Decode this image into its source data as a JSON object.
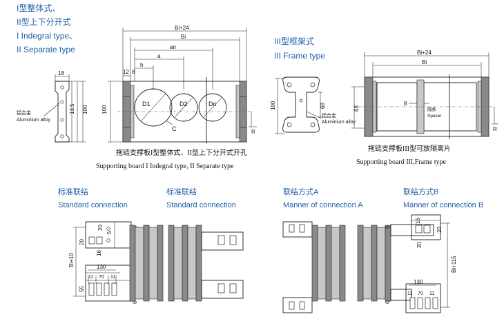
{
  "titles": {
    "t1_cn": "I型整体式、",
    "t2_cn": "II型上下分开式",
    "t1_en": "I Indegral type、",
    "t2_en": "II Separate type",
    "t3_cn": "III型框架式",
    "t3_en": "III Frame type"
  },
  "fig1": {
    "dim_18": "18",
    "dim_135": "13.5",
    "dim_100": "100",
    "alu_cn": "铝合金",
    "alu_en": "Aluminium alloy",
    "bi24": "Bi+24",
    "bi": "Bi",
    "an": "an",
    "a": "a",
    "h": "h",
    "d12": "12",
    "d8": "8",
    "v100": "100",
    "d1": "D1",
    "d2": "D2",
    "dn": "Dn",
    "c": "C",
    "r": "R",
    "cap_cn": "拖链支撑板I型整体式、II型上下分开式开孔",
    "cap_en": "Supporting board I Indegral type, II Separate type"
  },
  "fig2": {
    "v100": "100",
    "v68": "68",
    "alu_cn": "铝合金",
    "alu_en": "Aluminium alloy"
  },
  "fig3": {
    "bi24": "Bi+24",
    "bi": "Bi",
    "v68": "68",
    "d8": "8",
    "spacer_cn": "隔条",
    "spacer_en": "Spacer",
    "r": "R",
    "cap_cn": "拖链支撑板III型可放隔离片",
    "cap_en": "Supporting board III,Frame type"
  },
  "connections": [
    {
      "cn": "标准联结",
      "en": "Standard connection"
    },
    {
      "cn": "标准联结",
      "en": "Standard connection"
    },
    {
      "cn": "联结方式A",
      "en": "Manner of connection A"
    },
    {
      "cn": "联结方式B",
      "en": "Manner of connection B"
    }
  ],
  "conn1": {
    "d20a": "20",
    "d5": "5",
    "d20b": "20",
    "d16": "16",
    "d6a": "6",
    "d6b": "6",
    "bi10": "Bi+10",
    "d130": "130",
    "d11a": "11",
    "d70": "70",
    "d11b": "11",
    "d55": "55"
  },
  "conn2": {
    "d6a": "6",
    "d20a": "20",
    "d16": "16",
    "d20b": "20",
    "bi115": "Bi+115",
    "d130": "130",
    "d11a": "11",
    "d70": "70",
    "d11b": "11",
    "d6b": "6"
  }
}
